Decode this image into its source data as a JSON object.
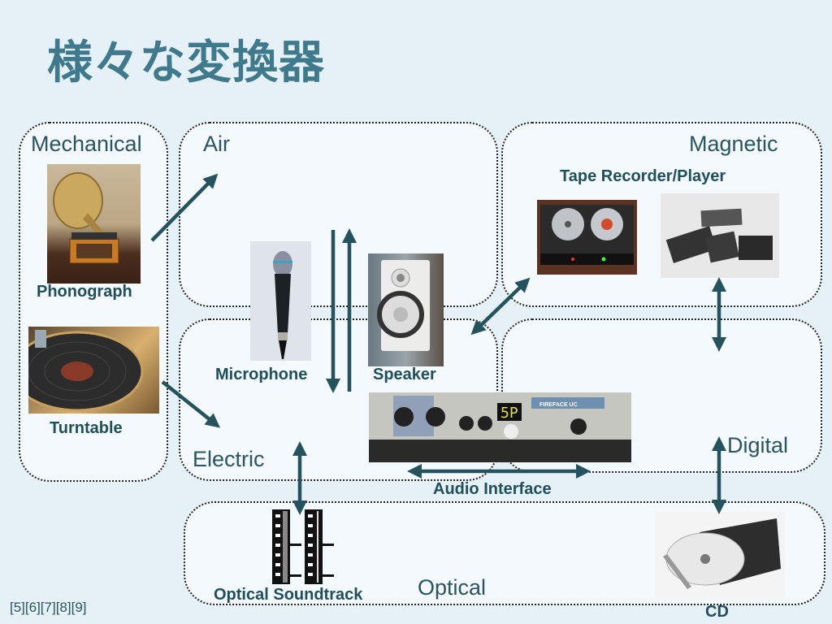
{
  "title": "様々な変換器",
  "regions": {
    "mechanical": "Mechanical",
    "air": "Air",
    "magnetic": "Magnetic",
    "electric": "Electric",
    "digital": "Digital",
    "optical": "Optical"
  },
  "devices": {
    "phonograph": "Phonograph",
    "turntable": "Turntable",
    "microphone": "Microphone",
    "speaker": "Speaker",
    "tape": "Tape Recorder/Player",
    "audio_interface": "Audio Interface",
    "optical_soundtrack": "Optical Soundtrack",
    "cd": "CD"
  },
  "interface_display": "5P",
  "interface_brand": "FIREFACE UC",
  "references": "[5][6][7][8][9]",
  "colors": {
    "accent": "#3f7a8c",
    "arrow": "#24535e",
    "region_bg": "#f3f9fd",
    "page_bg": "#e6f0f7"
  }
}
